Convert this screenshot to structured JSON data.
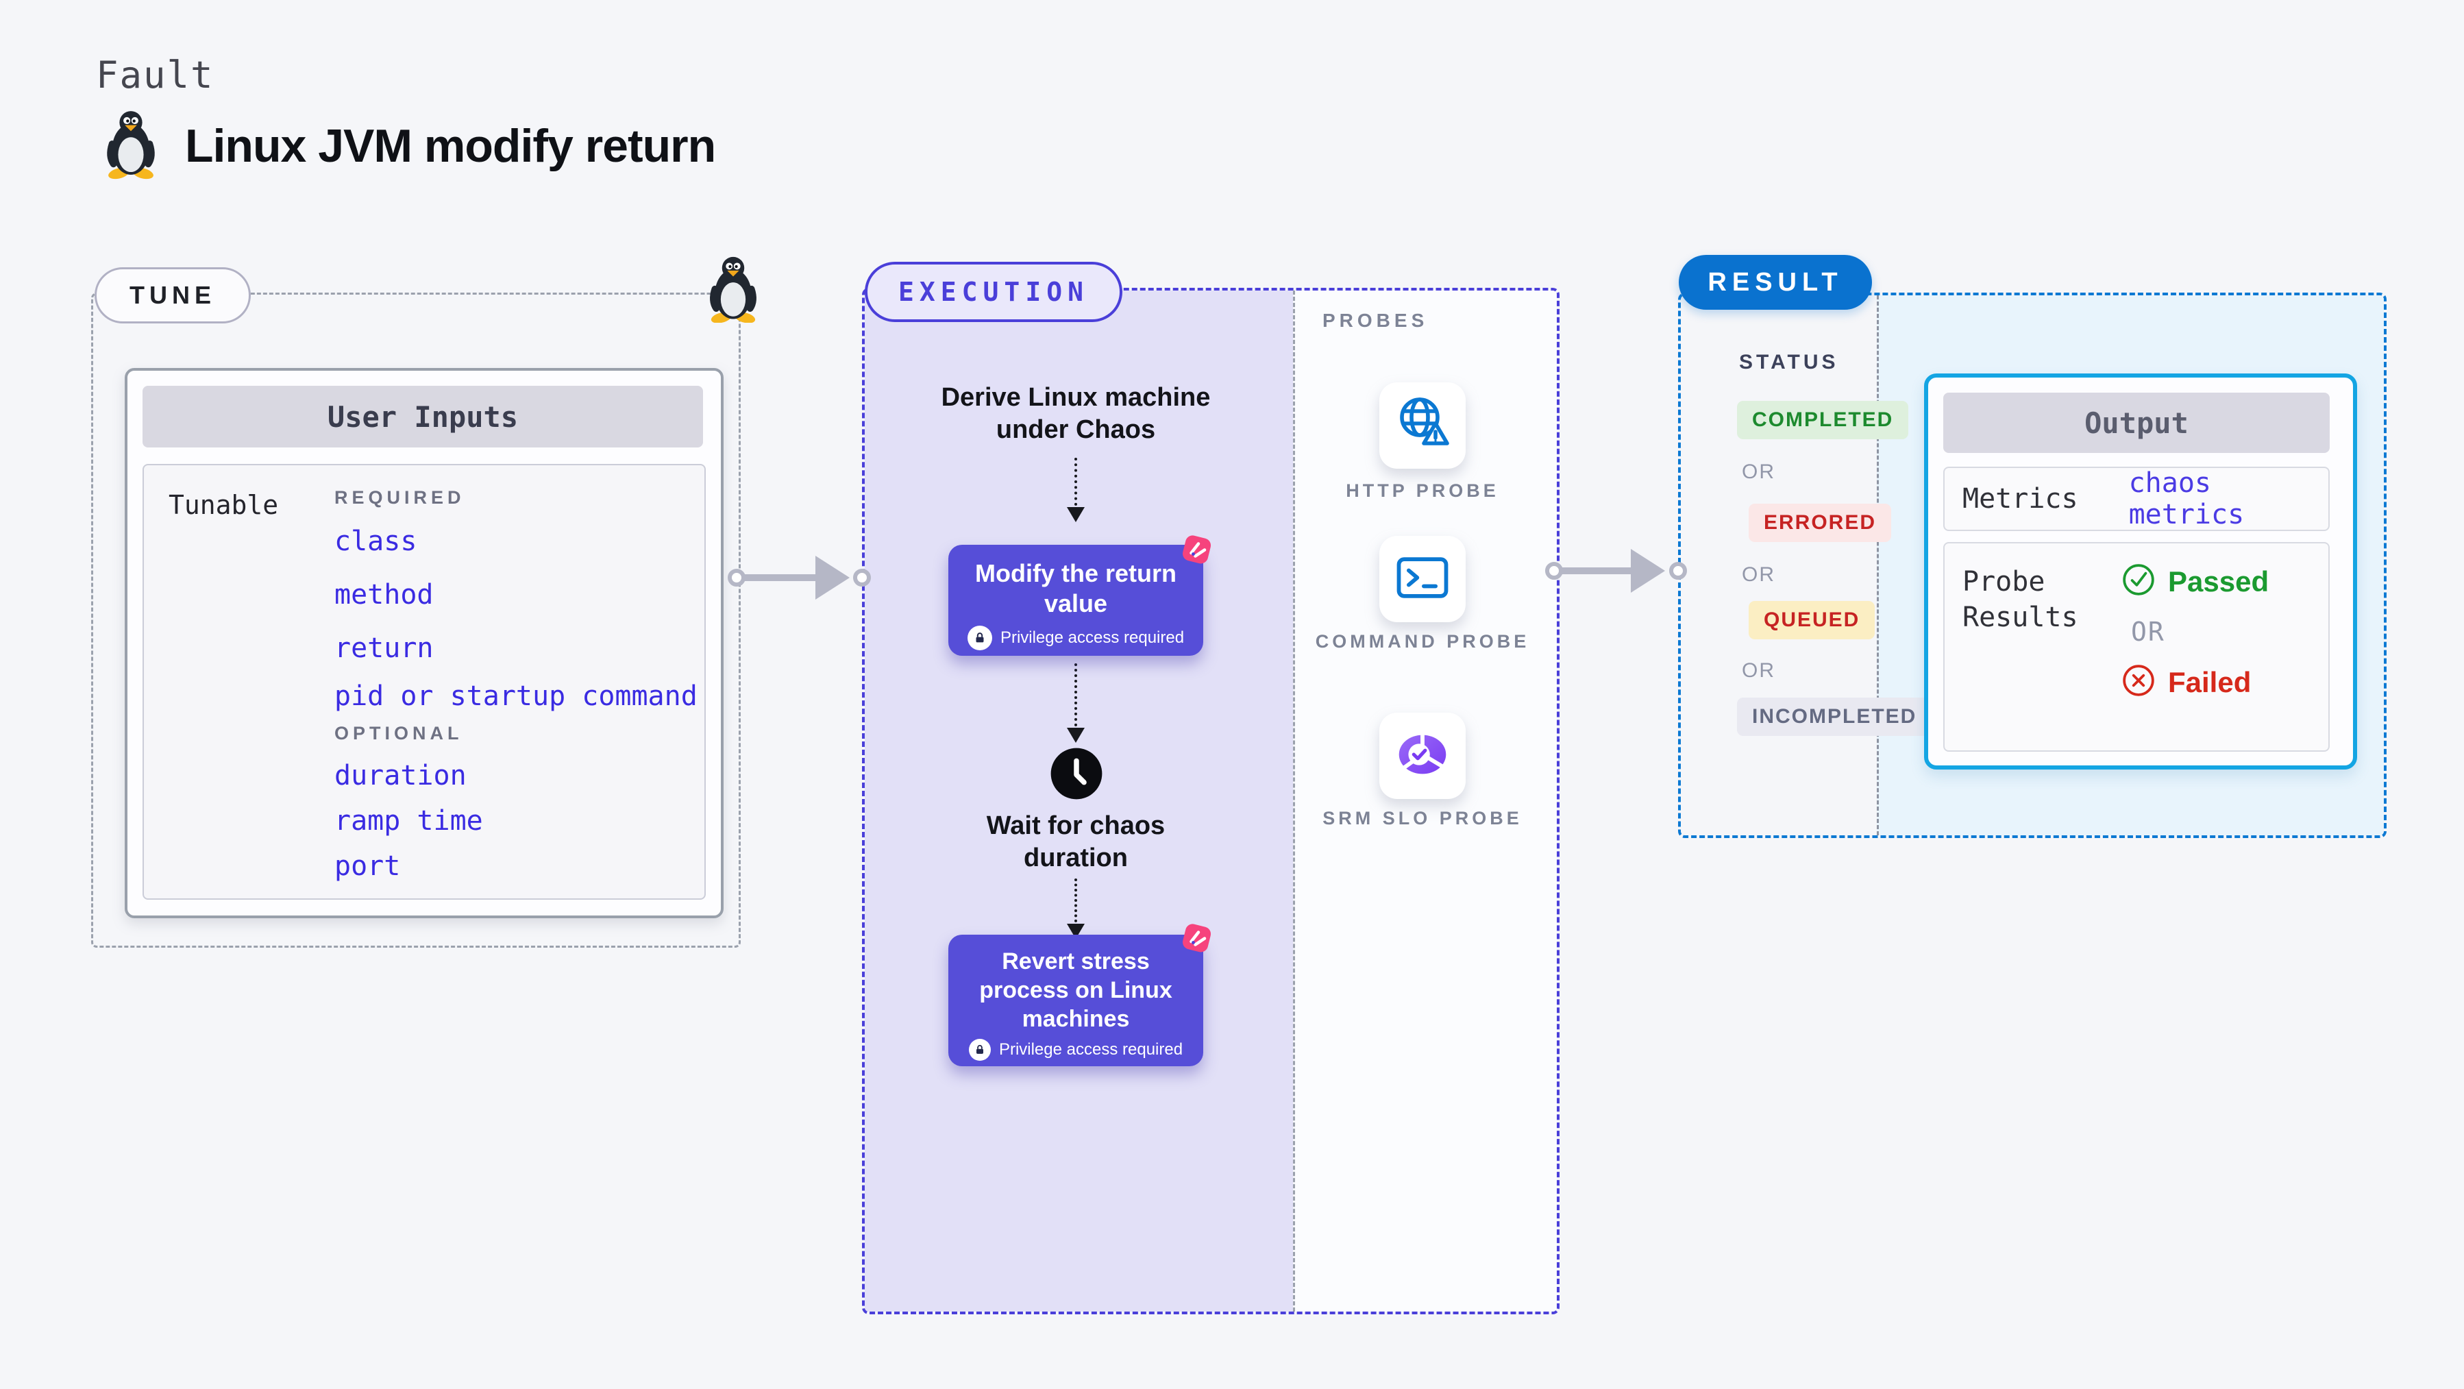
{
  "page": {
    "kicker": "Fault",
    "title": "Linux JVM modify return"
  },
  "tune": {
    "label": "TUNE",
    "panel_title": "User Inputs",
    "row_label": "Tunable",
    "required_label": "REQUIRED",
    "required_items": [
      "class",
      "method",
      "return",
      "pid or startup command"
    ],
    "optional_label": "OPTIONAL",
    "optional_items": [
      "duration",
      "ramp time",
      "port"
    ]
  },
  "execution": {
    "label": "EXECUTION",
    "derive_text": "Derive Linux machine under Chaos",
    "modify": {
      "title": "Modify the return value",
      "badge": "Privilege access required"
    },
    "wait_text": "Wait for chaos duration",
    "revert": {
      "title": "Revert stress process on Linux machines",
      "badge": "Privilege access required"
    }
  },
  "probes": {
    "label": "PROBES",
    "items": [
      {
        "name": "HTTP PROBE",
        "icon": "globe-alert-icon"
      },
      {
        "name": "COMMAND PROBE",
        "icon": "terminal-icon"
      },
      {
        "name": "SRM SLO PROBE",
        "icon": "slo-donut-icon"
      }
    ]
  },
  "result": {
    "label": "RESULT",
    "status_label": "STATUS",
    "or_label": "OR",
    "statuses": [
      {
        "label": "COMPLETED",
        "fg": "#1d8a2e",
        "bg": "#def0dd"
      },
      {
        "label": "ERRORED",
        "fg": "#c62323",
        "bg": "#fbe7e7"
      },
      {
        "label": "QUEUED",
        "fg": "#c62323",
        "bg": "#fbeec3"
      },
      {
        "label": "INCOMPLETED",
        "fg": "#646a82",
        "bg": "#e9e9f1"
      }
    ],
    "output": {
      "title": "Output",
      "metrics_label": "Metrics",
      "metrics_value": "chaos metrics",
      "probe_label": "Probe Results",
      "passed_label": "Passed",
      "or_label": "OR",
      "failed_label": "Failed"
    }
  },
  "colors": {
    "page_bg": "#f5f6f9",
    "node_purple": "#564ed8",
    "lavender_panel": "#e2e0f7",
    "execution_accent": "#4a3fd9",
    "result_accent": "#0a72cf",
    "output_border": "#14a5e3",
    "result_panel": "#e8f4fc",
    "param_blue": "#3a2be2",
    "probe_icon_blue": "#0b78d2",
    "pink_mark": "#f6437d",
    "passed_green": "#1b9a30",
    "failed_red": "#d6291b",
    "arrow_gray": "#b5b7c6"
  }
}
